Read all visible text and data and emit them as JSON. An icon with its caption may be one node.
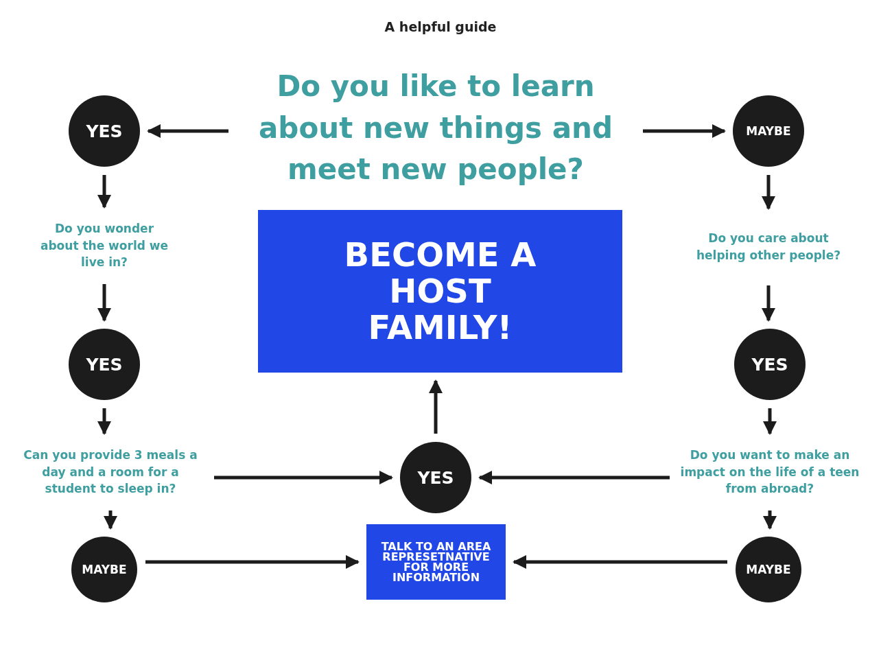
{
  "diagram": {
    "title": "A helpful guide",
    "nodes": [
      {
        "text": [
          "Do you like to learn about new things and meet new people?"
        ]
      },
      {
        "text": [
          "YES"
        ]
      },
      {
        "text": [
          "MAYBE"
        ]
      },
      {
        "text": [
          "Do you wonder about the world we live in?"
        ]
      },
      {
        "text": [
          "Do you care about helping other people?"
        ]
      },
      {
        "text": [
          "YES"
        ]
      },
      {
        "text": [
          "YES"
        ]
      },
      {
        "text": [
          "Can you provide 3 meals a day and a room for a student to sleep in?"
        ]
      },
      {
        "text": [
          "YES"
        ]
      },
      {
        "text": [
          "Do you want to make an impact on the life of a teen from abroad?"
        ]
      },
      {
        "text": [
          "BECOME A HOST FAMILY!"
        ]
      },
      {
        "text": [
          "MAYBE"
        ]
      },
      {
        "text": [
          "TALK TO AN AREA REPRESETNATIVE FOR MORE INFORMATION"
        ]
      },
      {
        "text": [
          "MAYBE"
        ]
      }
    ],
    "edges": [
      {
        "from": 0,
        "to": 1,
        "arrow": "to"
      },
      {
        "from": 0,
        "to": 2,
        "arrow": "to"
      },
      {
        "from": 1,
        "to": 3,
        "arrow": "to"
      },
      {
        "from": 2,
        "to": 4,
        "arrow": "to"
      },
      {
        "from": 3,
        "to": 5,
        "arrow": "to"
      },
      {
        "from": 4,
        "to": 6,
        "arrow": "to"
      },
      {
        "from": 5,
        "to": 7,
        "arrow": "to"
      },
      {
        "from": 6,
        "to": 9,
        "arrow": "to"
      },
      {
        "from": 7,
        "to": 8,
        "arrow": "to"
      },
      {
        "from": 9,
        "to": 8,
        "arrow": "to"
      },
      {
        "from": 8,
        "to": 10,
        "arrow": "to"
      },
      {
        "from": 7,
        "to": 11,
        "arrow": "to"
      },
      {
        "from": 9,
        "to": 13,
        "arrow": "to"
      },
      {
        "from": 11,
        "to": 12,
        "arrow": "to"
      },
      {
        "from": 13,
        "to": 12,
        "arrow": "to"
      }
    ]
  }
}
